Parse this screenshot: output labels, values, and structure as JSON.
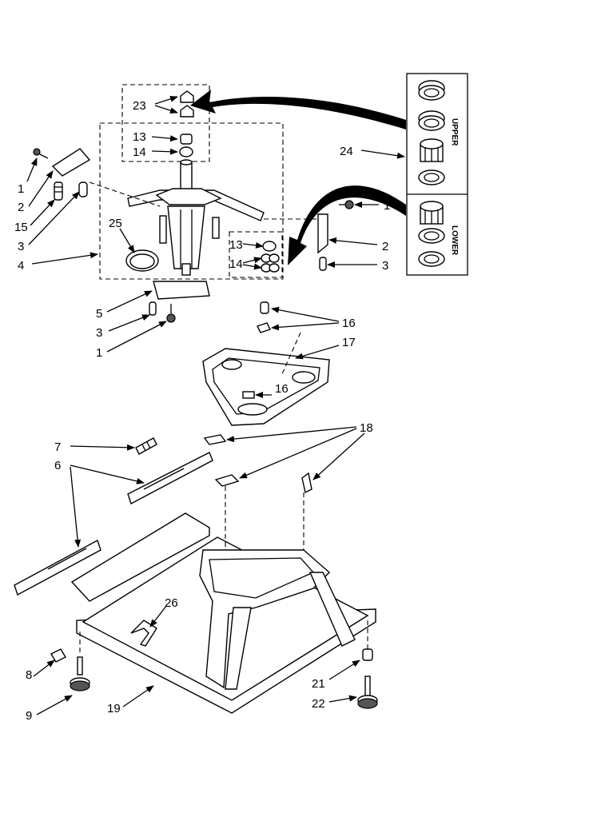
{
  "callouts": {
    "c23": "23",
    "c13a": "13",
    "c14a": "14",
    "c24": "24",
    "c1a": "1",
    "c2a": "2",
    "c15": "15",
    "c3a": "3",
    "c4": "4",
    "c25": "25",
    "c1b": "1",
    "c2b": "2",
    "c3b": "3",
    "c13b": "13",
    "c14b": "14",
    "c5": "5",
    "c3c": "3",
    "c1c": "1",
    "c16a": "16",
    "c17": "17",
    "c16b": "16",
    "c7": "7",
    "c6": "6",
    "c18": "18",
    "c26": "26",
    "c8": "8",
    "c9": "9",
    "c19": "19",
    "c21": "21",
    "c22": "22"
  },
  "labels": {
    "upper": "UPPER",
    "lower": "LOWER"
  }
}
